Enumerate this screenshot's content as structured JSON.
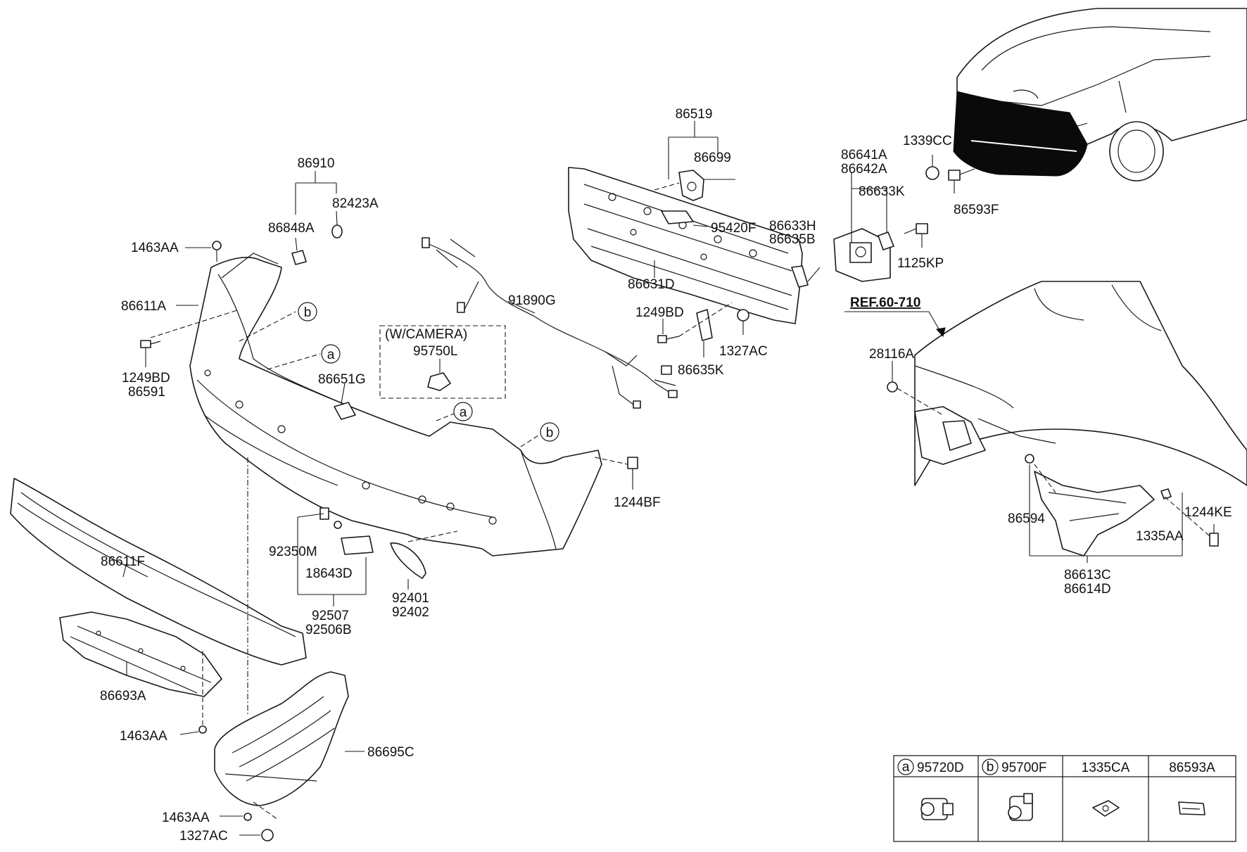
{
  "callouts": {
    "p86519": "86519",
    "p86699": "86699",
    "p86910": "86910",
    "p82423A": "82423A",
    "p86848A": "86848A",
    "p1463AA_top": "1463AA",
    "p86611A": "86611A",
    "p1249BD_left": "1249BD",
    "p86591": "86591",
    "p86651G": "86651G",
    "p91890G": "91890G",
    "camera_group": "(W/CAMERA)",
    "p95750L": "95750L",
    "p95420F": "95420F",
    "p86631D": "86631D",
    "p1249BD_mid": "1249BD",
    "p86635K": "86635K",
    "p1327AC_mid": "1327AC",
    "p86633H": "86633H",
    "p86635B": "86635B",
    "p86641A": "86641A",
    "p86642A": "86642A",
    "p86633K": "86633K",
    "p1125KP": "1125KP",
    "p1339CC": "1339CC",
    "p86593F": "86593F",
    "ref": "REF.60-710",
    "p28116A": "28116A",
    "p1244BF": "1244BF",
    "p1244KE": "1244KE",
    "p86594": "86594",
    "p1335AA": "1335AA",
    "p86613C": "86613C",
    "p86614D": "86614D",
    "p86611F": "86611F",
    "p92350M": "92350M",
    "p18643D": "18643D",
    "p92507": "92507",
    "p92506B": "92506B",
    "p92401": "92401",
    "p92402": "92402",
    "p86693A": "86693A",
    "p1463AA_mid": "1463AA",
    "p86695C": "86695C",
    "p1463AA_bot": "1463AA",
    "p1327AC_bot": "1327AC"
  },
  "markers": {
    "a": "a",
    "b": "b"
  },
  "legend": {
    "items": [
      {
        "marker": "a",
        "code": "95720D"
      },
      {
        "marker": "b",
        "code": "95700F"
      },
      {
        "marker": "",
        "code": "1335CA"
      },
      {
        "marker": "",
        "code": "86593A"
      }
    ]
  }
}
